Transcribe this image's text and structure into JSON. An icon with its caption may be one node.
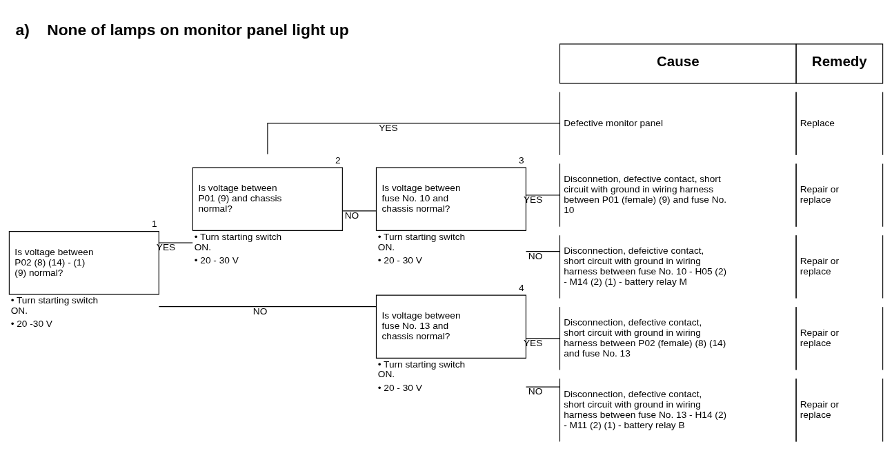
{
  "diagram": {
    "title": "a)    None of lamps on monitor panel light up",
    "nodes": [
      {
        "text": [
          "Is voltage between P02 (8) (14) - (1) (9) normal?"
        ],
        "beside": [
          "1",
          "• Turn starting switch ON.",
          "• 20 -30 V"
        ]
      },
      {
        "text": [
          "Is voltage between P01 (9) and chassis normal?"
        ],
        "beside": [
          "2",
          "• Turn starting switch ON.",
          "• 20 - 30 V"
        ]
      },
      {
        "text": [
          "Is voltage between fuse No. 10 and chassis normal?"
        ],
        "beside": [
          "3",
          "• Turn starting switch ON.",
          "• 20 - 30 V"
        ]
      },
      {
        "text": [
          "Is voltage between fuse No. 13 and chassis normal?"
        ],
        "beside": [
          "4",
          "• Turn starting switch ON.",
          "• 20 - 30 V"
        ]
      },
      {
        "text": [
          "Cause",
          "Remedy"
        ]
      },
      {
        "text": [
          "Defective monitor panel",
          "Replace"
        ]
      },
      {
        "text": [
          "Disconnetion, defective contact, short circuit with ground in wiring harness between P01 (female) (9) and fuse No. 10",
          "Repair or replace"
        ]
      },
      {
        "text": [
          "Disconnection, defeictive contact, short circuit with ground in wiring harness between fuse No. 10 - H05 (2) - M14 (2) (1) - battery relay M",
          "Repair or replace"
        ]
      },
      {
        "text": [
          "Disconnection, defective contact, short circuit with ground in wiring harness between P02 (female) (8) (14) and fuse No. 13",
          "Repair or replace"
        ]
      },
      {
        "text": [
          "Disconnection, defective contact, short circuit with ground in wiring harness between fuse No. 13 - H14 (2) - M11 (2) (1) - battery relay B",
          "Repair or replace"
        ]
      }
    ],
    "edges": [
      {
        "from": 0,
        "to": 1,
        "arrow": "none",
        "label": "YES"
      },
      {
        "from": 0,
        "to": 3,
        "arrow": "none",
        "label": "NO"
      },
      {
        "from": 1,
        "to": 5,
        "arrow": "none",
        "label": "YES"
      },
      {
        "from": 1,
        "to": 2,
        "arrow": "none",
        "label": "NO"
      },
      {
        "from": 2,
        "to": 6,
        "arrow": "none",
        "label": "YES"
      },
      {
        "from": 2,
        "to": 7,
        "arrow": "none",
        "label": "NO"
      },
      {
        "from": 3,
        "to": 8,
        "arrow": "none",
        "label": "YES"
      },
      {
        "from": 3,
        "to": 9,
        "arrow": "none",
        "label": "NO"
      }
    ]
  }
}
